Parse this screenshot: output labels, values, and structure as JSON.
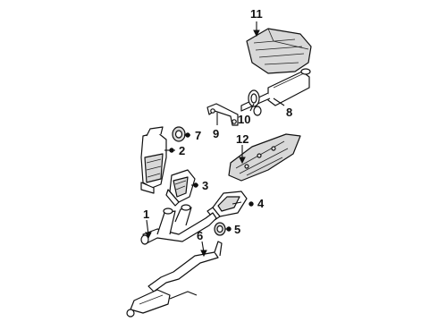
{
  "callouts": [
    {
      "id": "1",
      "label": "1"
    },
    {
      "id": "2",
      "label": "2"
    },
    {
      "id": "3",
      "label": "3"
    },
    {
      "id": "4",
      "label": "4"
    },
    {
      "id": "5",
      "label": "5"
    },
    {
      "id": "6",
      "label": "6"
    },
    {
      "id": "7",
      "label": "7"
    },
    {
      "id": "8",
      "label": "8"
    },
    {
      "id": "9",
      "label": "9"
    },
    {
      "id": "10",
      "label": "10"
    },
    {
      "id": "11",
      "label": "11"
    },
    {
      "id": "12",
      "label": "12"
    }
  ],
  "colors": {
    "line": "#111111",
    "shade": "#d8d8d8",
    "background": "#ffffff"
  }
}
